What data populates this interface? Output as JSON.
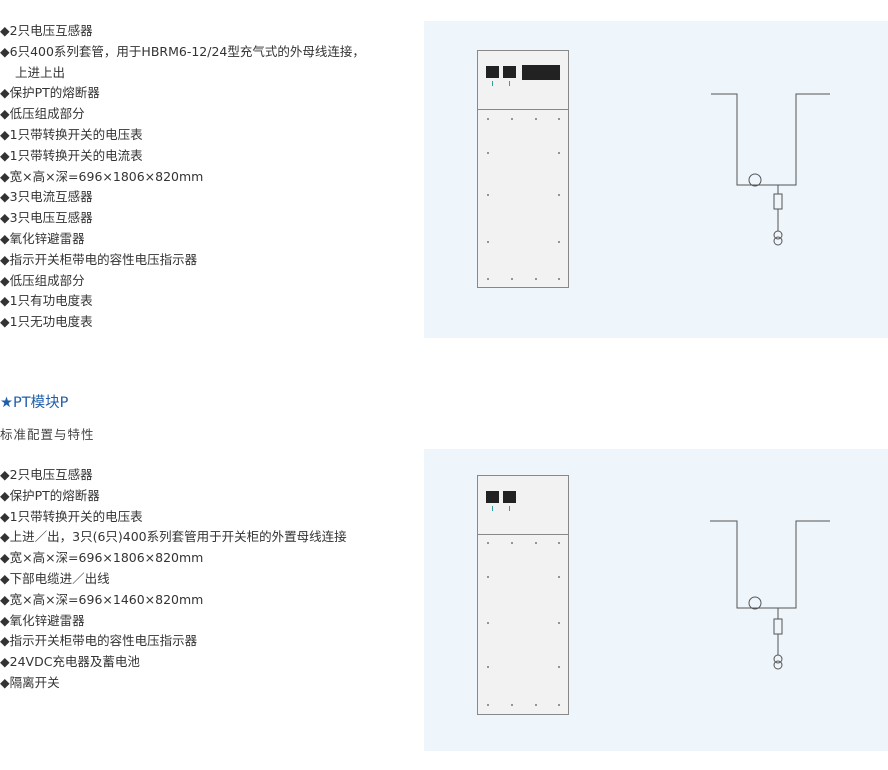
{
  "list1": [
    "◆2只电压互感器",
    "◆6只400系列套管，用于HBRM6-12/24型充气式的外母线连接，",
    "上进上出",
    "◆保护PT的熔断器",
    "◆低压组成部分",
    "◆1只带转换开关的电压表",
    "◆1只带转换开关的电流表",
    "◆宽×高×深=696×1806×820mm",
    "◆3只电流互感器",
    "◆3只电压互感器",
    "◆氧化锌避雷器",
    "◆指示开关柜带电的容性电压指示器",
    "◆低压组成部分",
    "◆1只有功电度表",
    "◆1只无功电度表"
  ],
  "section": {
    "title": "★PT模块P",
    "subtitle": "标准配置与特性"
  },
  "list2": [
    "◆2只电压互感器",
    "◆保护PT的熔断器",
    "◆1只带转换开关的电压表",
    "◆上进／出，3只(6只)400系列套管用于开关柜的外置母线连接",
    "◆宽×高×深=696×1806×820mm",
    "◆下部电缆进／出线",
    "◆宽×高×深=696×1460×820mm",
    "◆氧化锌避雷器",
    "◆指示开关柜带电的容性电压指示器",
    "◆24VDC充电器及蓄电池",
    "◆隔离开关"
  ],
  "colors": {
    "title_blue": "#1f5fa8",
    "panel_bg": "#eef5fb",
    "text": "#333333"
  }
}
